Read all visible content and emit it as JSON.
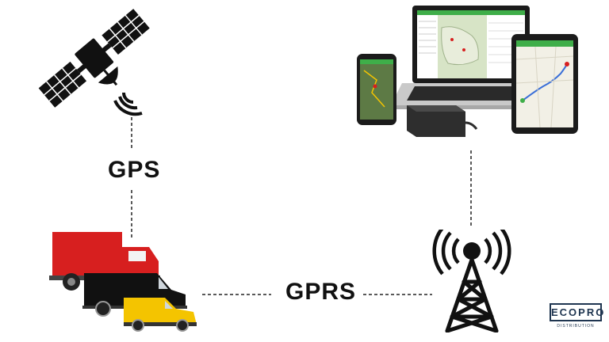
{
  "labels": {
    "gps": "GPS",
    "gprs": "GPRS"
  },
  "logo": {
    "name": "ECOPRO",
    "sub": "DISTRIBUTION"
  },
  "icons": [
    "satellite-icon",
    "vehicles-illustration",
    "cell-tower-icon",
    "devices-illustration"
  ],
  "colors": {
    "truck": "#d71f1f",
    "van": "#111111",
    "small_van": "#f4c400",
    "map_green": "#3fae49",
    "logo": "#1f3550"
  }
}
